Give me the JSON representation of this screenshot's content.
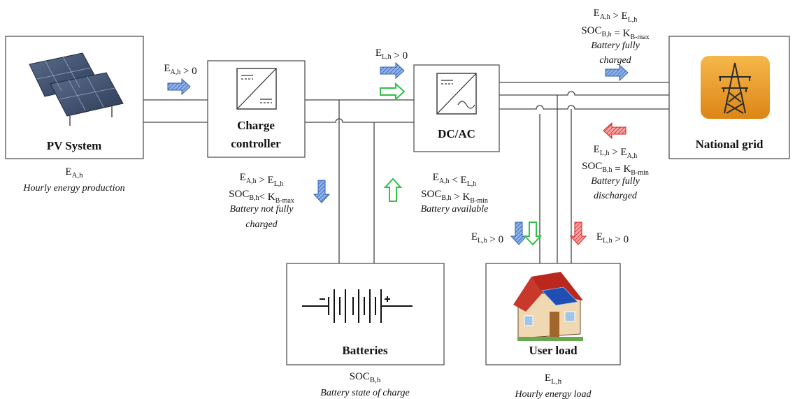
{
  "components": {
    "pv": {
      "title": "PV System",
      "symbol": "E",
      "sub": "A,h",
      "caption": "Hourly energy production"
    },
    "charge_controller": {
      "line1": "Charge",
      "line2": "controller"
    },
    "inverter": {
      "title": "DC/AC"
    },
    "grid": {
      "title": "National grid"
    },
    "batteries": {
      "title": "Batteries",
      "symbol": "SOC",
      "sub": "B,h",
      "caption": "Battery state of charge"
    },
    "load": {
      "title": "User load",
      "symbol": "E",
      "sub": "L,h",
      "caption": "Hourly energy load"
    }
  },
  "conditions": {
    "pv_output": "E_{A,h} > 0",
    "inverter_input": "E_{L,h} > 0",
    "export": [
      "E_{A,h} > E_{L,h}",
      "SOC_{B,h} = K_{B-max}",
      "Battery fully",
      "charged"
    ],
    "import": [
      "E_{L,h} > E_{A,h}",
      "SOC_{B,h} = K_{B-min}",
      "Battery fully",
      "discharged"
    ],
    "charging": [
      "E_{A,h} > E_{L,h}",
      "SOC_{B,h}< K_{B-max}",
      "Battery not fully",
      "charged"
    ],
    "discharging": [
      "E_{A,h} < E_{L,h}",
      "SOC_{B,h} > K_{B-min}",
      "Battery available"
    ],
    "load_supply": "E_{L,h} > 0",
    "grid_supply": "E_{L,h} > 0"
  },
  "arrow_colors": {
    "blue": "#4a7fd0",
    "green": "#2ec246",
    "red": "#e02a2a"
  }
}
